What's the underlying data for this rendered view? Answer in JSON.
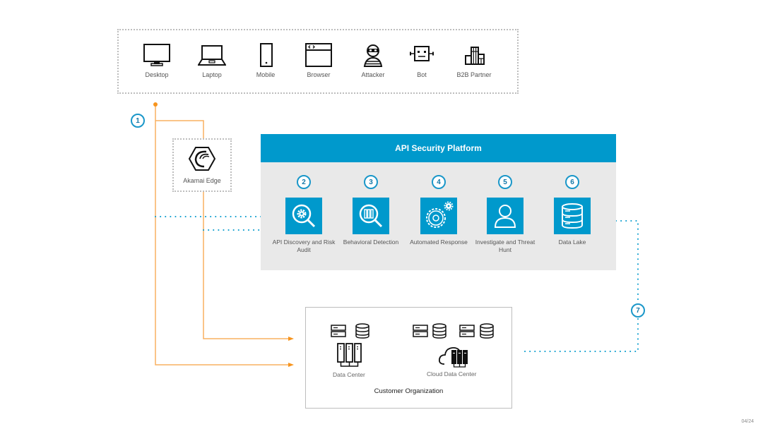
{
  "clients": {
    "items": [
      {
        "label": "Desktop",
        "icon": "desktop-icon"
      },
      {
        "label": "Laptop",
        "icon": "laptop-icon"
      },
      {
        "label": "Mobile",
        "icon": "mobile-icon"
      },
      {
        "label": "Browser",
        "icon": "browser-icon"
      },
      {
        "label": "Attacker",
        "icon": "attacker-icon"
      },
      {
        "label": "Bot",
        "icon": "bot-icon"
      },
      {
        "label": "B2B Partner",
        "icon": "buildings-icon"
      }
    ]
  },
  "edge": {
    "step": "1",
    "label": "Akamai Edge",
    "icon": "akamai-hexagon-icon"
  },
  "platform": {
    "title": "API Security Platform",
    "accent": "#0099cc",
    "modules": [
      {
        "step": "2",
        "label": "API Discovery and Risk Audit",
        "icon": "gear-magnifier-icon"
      },
      {
        "step": "3",
        "label": "Behavioral Detection",
        "icon": "chart-magnifier-icon"
      },
      {
        "step": "4",
        "label": "Automated Response",
        "icon": "gears-icon"
      },
      {
        "step": "5",
        "label": "Investigate and Threat Hunt",
        "icon": "user-icon"
      },
      {
        "step": "6",
        "label": "Data Lake",
        "icon": "database-icon"
      }
    ]
  },
  "data_lake_link": {
    "step": "7"
  },
  "customer": {
    "title": "Customer Organization",
    "data_center": "Data Center",
    "cloud_data_center": "Cloud Data Center"
  },
  "colors": {
    "traffic": "#f7941d",
    "data_flow": "#0099cc"
  },
  "page": {
    "number": "04/24"
  }
}
